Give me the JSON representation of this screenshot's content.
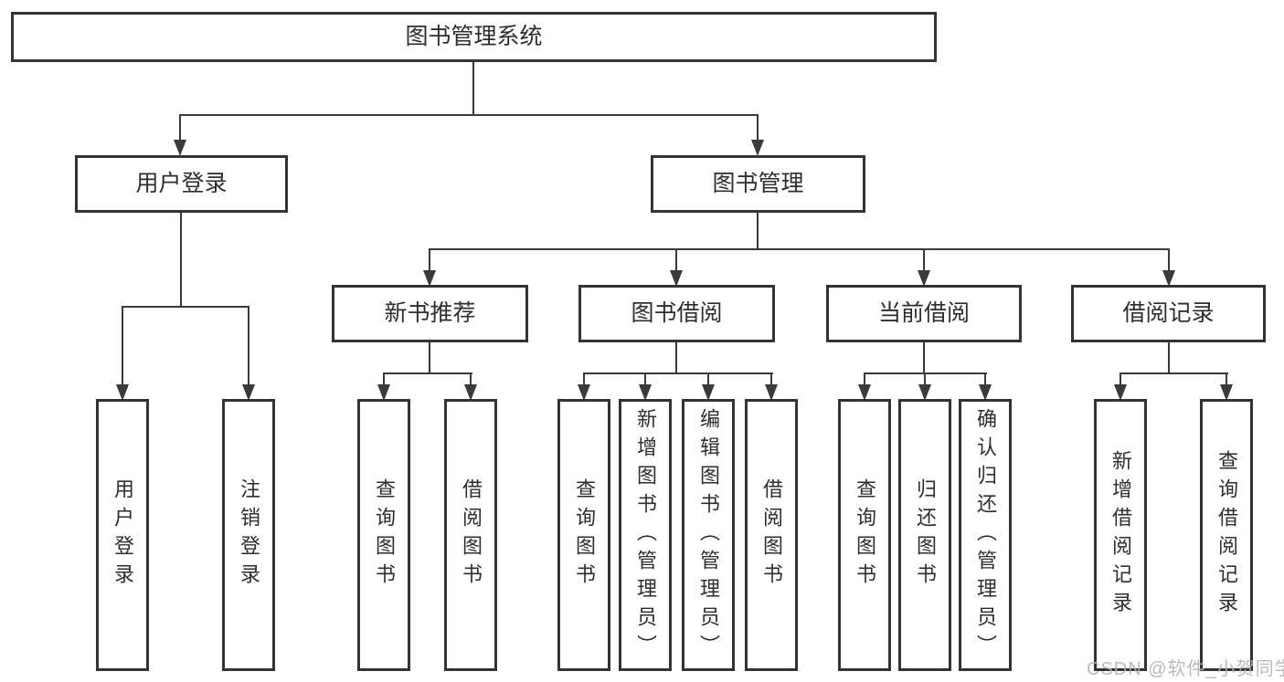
{
  "tree": {
    "root": "图书管理系统",
    "branches": [
      {
        "label": "用户登录",
        "children": [
          "用户登录",
          "注销登录"
        ]
      },
      {
        "label": "图书管理",
        "groups": [
          {
            "label": "新书推荐",
            "children": [
              "查询图书",
              "借阅图书"
            ]
          },
          {
            "label": "图书借阅",
            "children": [
              "查询图书",
              "新增图书（管理员）",
              "编辑图书（管理员）",
              "借阅图书"
            ]
          },
          {
            "label": "当前借阅",
            "children": [
              "查询图书",
              "归还图书",
              "确认归还（管理员）"
            ]
          },
          {
            "label": "借阅记录",
            "children": [
              "新增借阅记录",
              "查询借阅记录"
            ]
          }
        ]
      }
    ]
  },
  "watermark": {
    "text": "CSDN @软件_小贺同学",
    "color": "#b3b3b3"
  },
  "colors": {
    "line": "#3a3a3a",
    "box_border": "#333333",
    "text": "#2e2e2e",
    "background": "#ffffff"
  }
}
